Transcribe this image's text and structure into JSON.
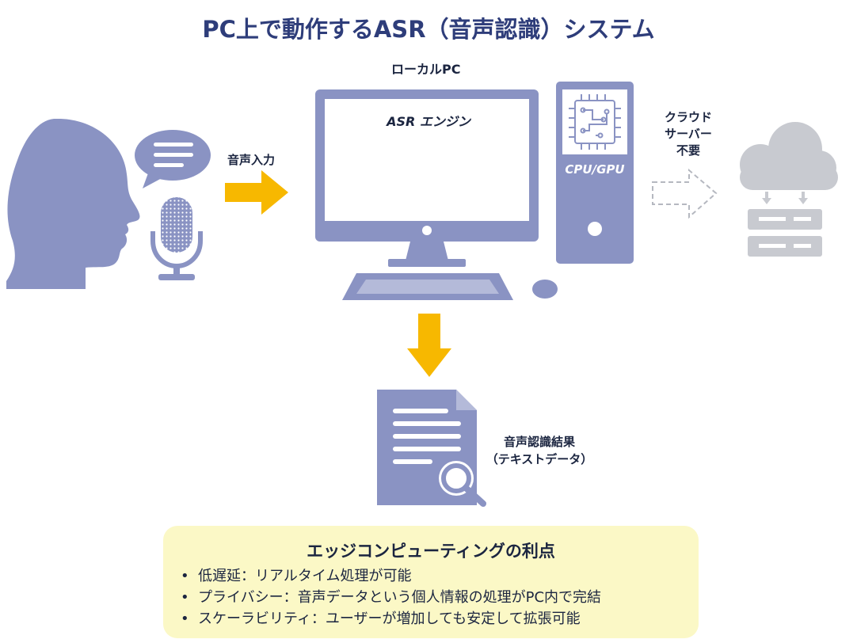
{
  "title": "PC上で動作するASR（音声認識）システム",
  "labels": {
    "local_pc": "ローカルPC",
    "asr_engine": "ASR エンジン",
    "cpu_gpu": "CPU/GPU",
    "audio_input": "音声入力",
    "cloud_line1": "クラウド",
    "cloud_line2": "サーバー",
    "cloud_line3": "不要",
    "result_line1": "音声認識結果",
    "result_line2": "（テキストデータ）"
  },
  "benefits": {
    "title": "エッジコンピューティングの利点",
    "items": [
      "低遅延：リアルタイム処理が可能",
      "プライバシー：音声データという個人情報の処理がPC内で完結",
      "スケーラビリティ：ユーザーが増加しても安定して拡張可能"
    ]
  },
  "colors": {
    "primary_fill": "#8a93c3",
    "arrow": "#f7b800",
    "title": "#2e3d7a",
    "panel": "#fbf8c6",
    "cloud_faded": "#c8cad0",
    "wave_start": "#7a6fd1",
    "wave_end": "#3ec8f0"
  },
  "icons": [
    "head-icon",
    "speech-bubble-icon",
    "microphone-icon",
    "monitor-icon",
    "waveform-icon",
    "chip-icon",
    "tower-icon",
    "keyboard-icon",
    "mouse-icon",
    "cloud-icon",
    "server-icon",
    "document-icon",
    "magnifier-icon"
  ]
}
